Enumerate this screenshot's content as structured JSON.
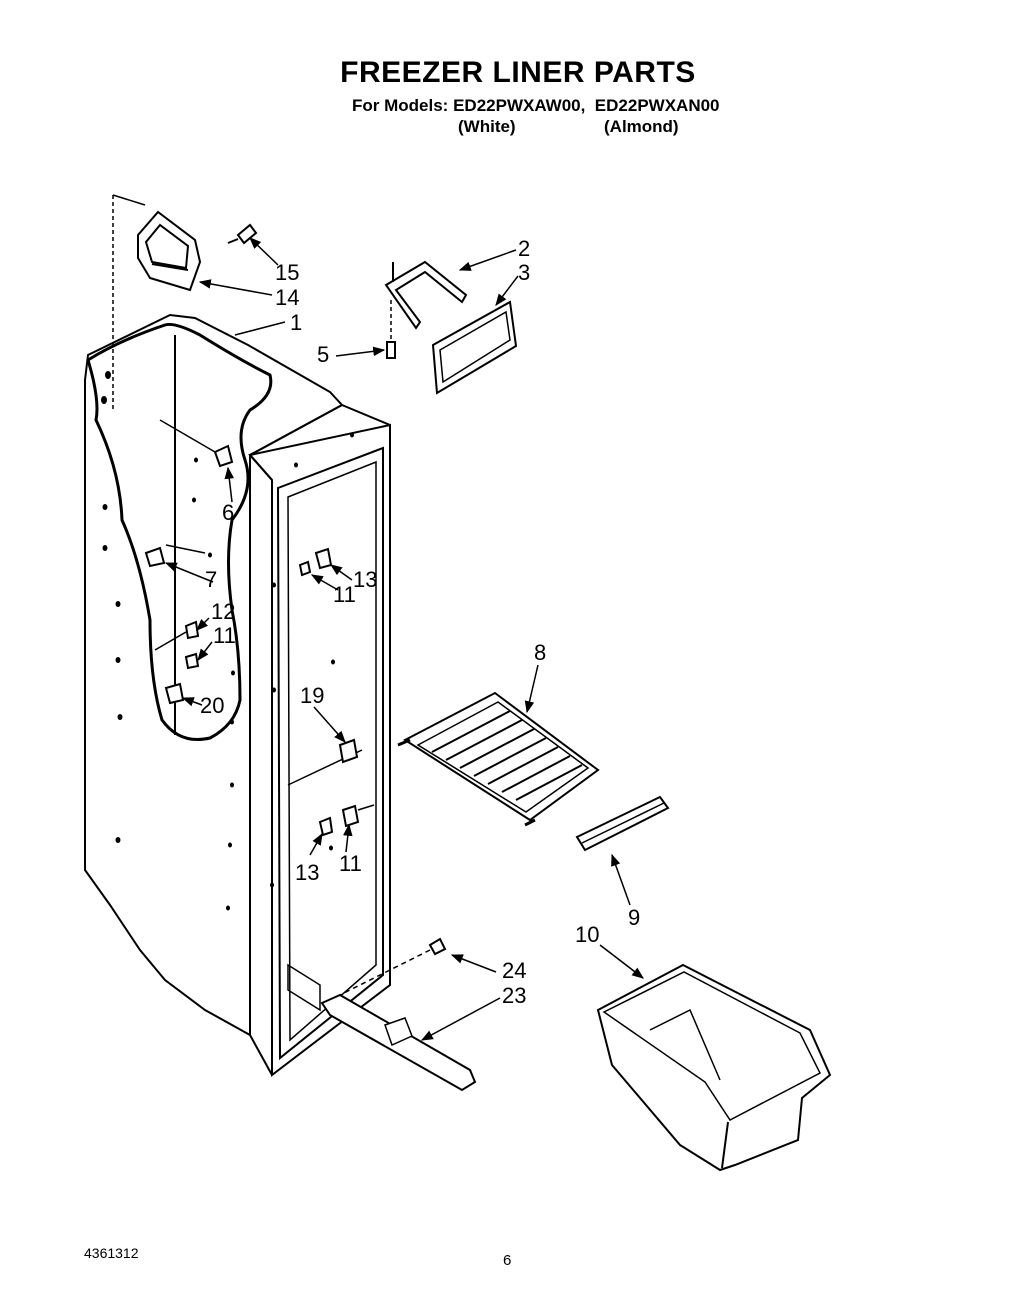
{
  "header": {
    "title": "FREEZER LINER PARTS",
    "models_label": "For Models:",
    "model_1": "ED22PWXAW00,",
    "model_2": "ED22PWXAN00",
    "variant_1": "(White)",
    "variant_2": "(Almond)"
  },
  "callouts": {
    "c1": "1",
    "c2": "2",
    "c3": "3",
    "c5": "5",
    "c6": "6",
    "c7": "7",
    "c8": "8",
    "c9": "9",
    "c10": "10",
    "c11a": "11",
    "c11b": "11",
    "c11c": "11",
    "c12": "12",
    "c13a": "13",
    "c13b": "13",
    "c14": "14",
    "c15": "15",
    "c19": "19",
    "c20": "20",
    "c23": "23",
    "c24": "24"
  },
  "footer": {
    "doc_number": "4361312",
    "page_number": "6"
  }
}
